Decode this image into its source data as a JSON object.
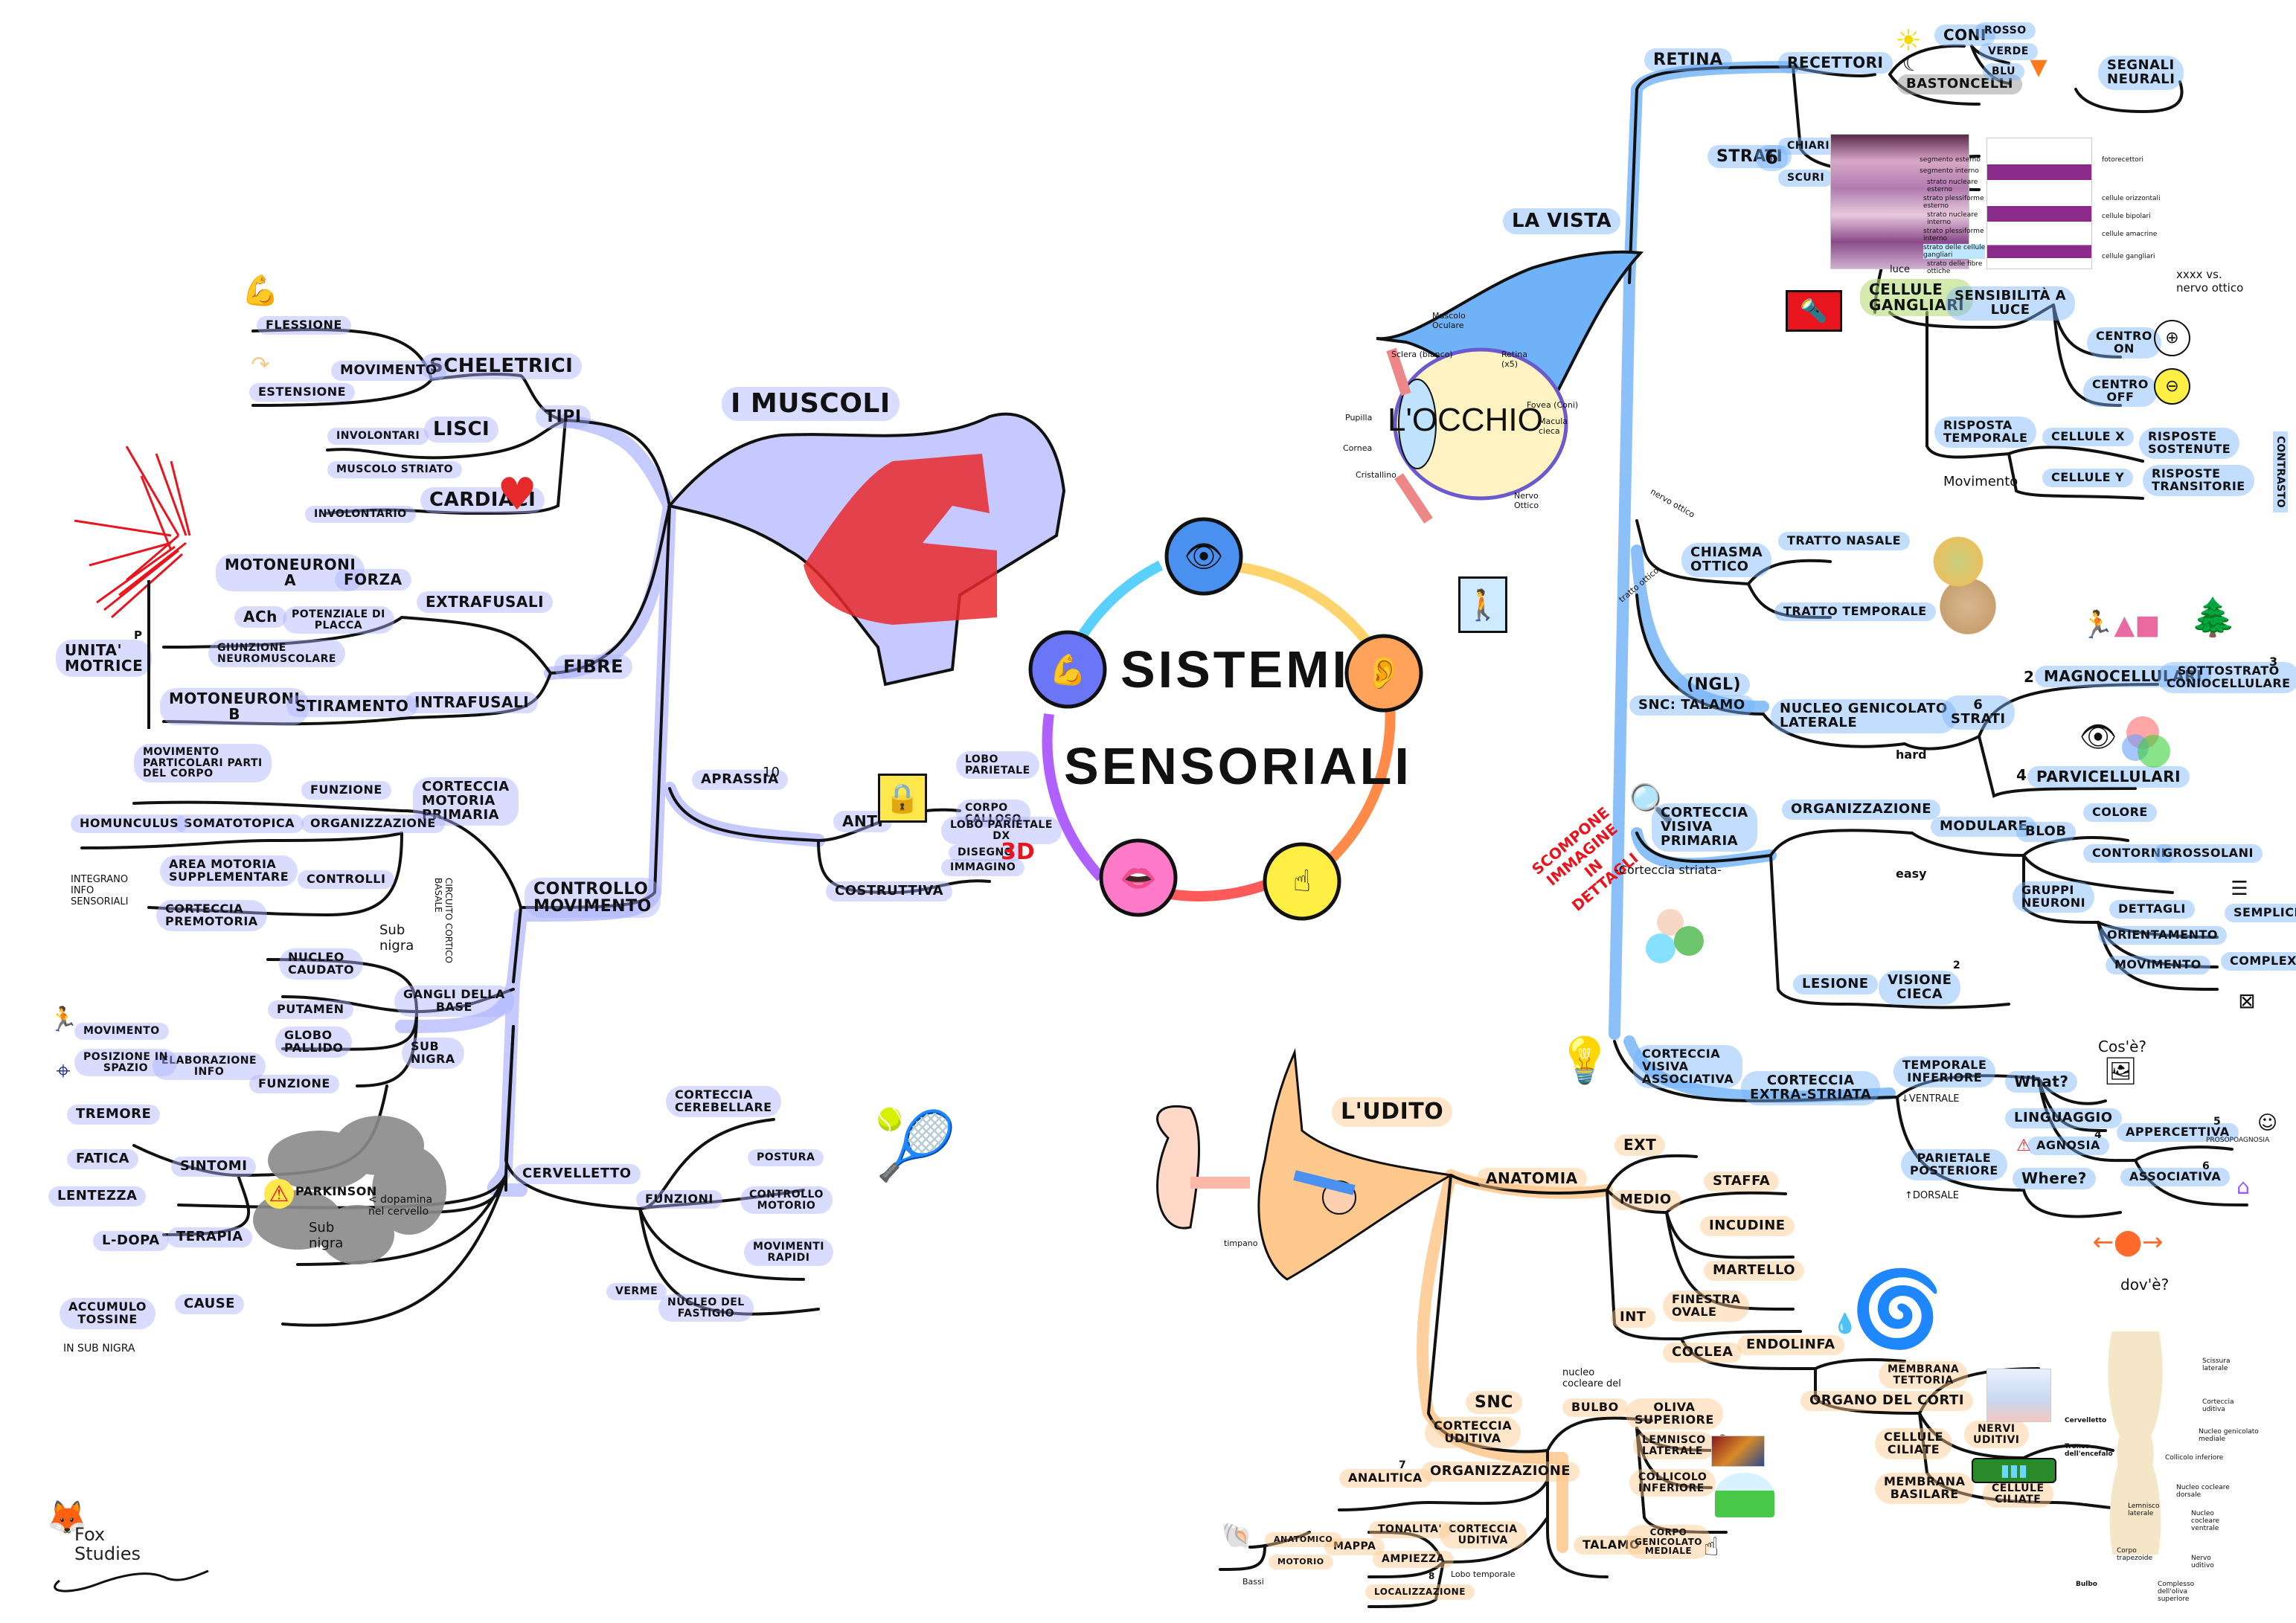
{
  "title": {
    "line1": "SISTEMI",
    "line2": "SENSORIALI"
  },
  "logo": {
    "text": "Fox\nStudies"
  },
  "hub_icons": [
    "eye-icon",
    "ear-icon",
    "touch-icon",
    "lips-icon",
    "muscle-icon"
  ],
  "muscles": {
    "title": "I MUSCOLI",
    "tipi": "TIPI",
    "scheletrici": "SCHELETRICI",
    "movimento": "MOVIMENTO",
    "flessione": "FLESSIONE",
    "estensione": "ESTENSIONE",
    "lisci": "LISCI",
    "involontari": "INVOLONTARI",
    "cardiaci": "CARDIACI",
    "muscolo_striato": "MUSCOLO STRIATO",
    "involontario": "INVOLONTARIO",
    "fibre": "FIBRE",
    "extrafusali": "EXTRAFUSALI",
    "intrafusali": "INTRAFUSALI",
    "motoneuroni_a": "MOTONEURONI\nα",
    "forza": "FORZA",
    "ach": "ACh",
    "potenziale": "POTENZIALE di\nPLACCA",
    "giunzione": "GIUNZIONE\nNEUROMUSCOLARE",
    "unita_motrice": "UNITA'\nMOTRICE",
    "unita_sup": "P",
    "motoneuroni_b": "MOTONEURONI\nβ",
    "stiramento": "STIRAMENTO",
    "controllo_movimento": "CONTROLLO\nMOVIMENTO",
    "corteccia_motoria": "CORTECCIA\nMOTORIA\nPRIMARIA",
    "funzione": "FUNZIONE",
    "movimento_parti": "MOVIMENTO\nPARTICOLARI PARTI\nDEL CORPO",
    "organizzazione": "ORGANIZZAZIONE",
    "somatotopica": "SOMATOTOPICA",
    "homunculus": "HOMUNCULUS",
    "controlli": "CONTROLLI",
    "area_motoria": "AREA MOTORIA\nSUPPLEMENTARE",
    "corteccia_premotoria": "CORTECCIA\nPREMOTORIA",
    "integrano": "INTEGRANO\nINFO\nSENSORIALI",
    "aprassia": "APRASSIA",
    "aprassia_sup": "10",
    "anti": "ANTI",
    "lobo_parietale": "LOBO\nPARIETALE",
    "corpo_calloso": "CORPO\nCALLOSO",
    "costruttiva": "COSTRUTTIVA",
    "lobo_parietale_dx": "LOBO PARIETALE\ndx",
    "disegno": "DISEGNO",
    "immagino": "IMMAGINO",
    "label_3d": "3D",
    "sub_nigra_note": "Sub\nnigra",
    "circuito": "CIRCUITO CORTICO\nBASALE",
    "gangli": "GANGLI della\nBASE",
    "nucleo_caudato": "NUCLEO\nCAUDATO",
    "putamen": "PUTAMEN",
    "globo_pallido": "GLOBO\nPALLIDO",
    "sub_nigra": "SUB\nNIGRA",
    "funzione2": "FUNZIONE",
    "elaborazione": "ELABORAZIONE\nINFO",
    "movimento2": "MOVIMENTO",
    "posizione": "POSIZIONE in\nSPAZIO",
    "parkinson": "PARKINSON",
    "dopamina": "< dopamina\nnel cervello",
    "sub_nigra2": "Sub\nnigra",
    "sintomi": "SINTOMI",
    "tremore": "TREMORE",
    "fatica": "FATICA",
    "lentezza": "LENTEZZA",
    "terapia": "TERAPIA",
    "l_dopa": "L-DOPA",
    "cause": "CAUSE",
    "accumulo": "ACCUMULO\nTOSSINE",
    "in_sub_nigra": "In SUB NIGRA",
    "cervelletto": "CERVELLETTO",
    "corteccia_cerebellare": "CORTECCIA\nCEREBELLARE",
    "funzioni": "FUNZIONI",
    "postura": "POSTURA",
    "controllo_motorio": "CONTROLLO\nMOTORIO",
    "movimenti_rapidi": "MOVIMENTI\nRAPIDI",
    "verme": "VERME",
    "nucleo_fastigio": "NUCLEO del\nFASTIGIO"
  },
  "vision": {
    "title": "LA VISTA",
    "occhio": "L'OCCHIO",
    "eye_labels": [
      "Muscolo\nOculare",
      "Sclera (bianco)",
      "Retina\n(x5)",
      "Fovea (Coni)",
      "Macula\ncieca",
      "Pupilla",
      "Cornea",
      "Cristallino",
      "Nervo\nOttico"
    ],
    "retina": "RETINA",
    "recettori": "RECETTORI",
    "coni": "CONI",
    "bastoncelli": "BASTONCELLI",
    "rosso": "ROSSO",
    "verde": "VERDE",
    "blu": "BLU",
    "segnali": "SEGNALI\nNEURALI",
    "strati": "STRATI",
    "strati_n": "6",
    "chiari": "CHIARI",
    "scuri": "SCURI",
    "retina_layers": [
      "segmento esterno",
      "segmento interno",
      "strato nucleare\nesterno",
      "strato plessiforme\nesterno",
      "strato nucleare\ninterno",
      "strato plessiforme\ninterno",
      "strato delle cellule\ngangliari",
      "strato delle fibre\nottiche"
    ],
    "retina_cells": [
      "fotorecettori",
      "cellule orizzontali",
      "cellule bipolari",
      "cellule amacrine",
      "cellule gangliari"
    ],
    "luce": "luce",
    "nervo_note": "xxxx vs.\nnervo ottico",
    "cellule_gangliari": "CELLULE\nGANGLIARI",
    "sensibilita": "SENSIBILITÀ a\nLUCE",
    "centro_on": "CENTRO\nON",
    "centro_off": "CENTRO\nOFF",
    "risposta_temporale": "RISPOSTA\nTEMPORALE",
    "movimento": "Movimento",
    "cellule_x": "CELLULE X",
    "cellule_y": "CELLULE Y",
    "risposte_sostenute": "RISPOSTE\nSOSTENUTE",
    "risposte_transitorie": "RISPOSTE\nTRANSITORIE",
    "contrasto": "CONTRASTO",
    "nervo_ottico": "nervo ottico",
    "tratto_ottico": "tratto ottico",
    "chiasma": "CHIASMA\nOTTICO",
    "tratto_nasale": "TRATTO NASALE",
    "tratto_temporale": "TRATTO TEMPORALE",
    "snc_talamo": "SNC: TALAMO",
    "ngl": "(NGL)",
    "nucleo_genicolato": "NUCLEO GENICOLATO\nLATERALE",
    "strati6": "6\nSTRATI",
    "magnocellulari": "MAGNOCELLULARI",
    "magno_n": "2",
    "sottostrato": "SOTTOSTRATO\nCONIOCELLULARE",
    "sottostrato_sup": "3",
    "parvicellulari": "PARVICELLULARI",
    "parvi_n": "4",
    "scompone": "SCOMPONE\nIMMAGINE\nIN\nDETTAGLI",
    "corteccia_visiva_primaria": "CORTECCIA\nVISIVA\nPRIMARIA",
    "corteccia_striata": "-Corteccia striata-",
    "organizzazione": "ORGANIZZAZIONE",
    "hard": "hard",
    "easy": "easy",
    "modulare": "MODULARE",
    "blob": "BLOB",
    "colore": "COLORE",
    "contorni": "CONTORNI",
    "grossolani": "GROSSOLANI",
    "gruppi_neuroni": "GRUPPI\nNEURONI",
    "dettagli": "DETTAGLI",
    "orientamento": "ORIENTAMENTO",
    "movimento2": "MOVIMENTO",
    "semplici": "SEMPLICI",
    "complex": "COMPLEX",
    "lesione": "LESIONE",
    "visione_cieca": "VISIONE\nCIECA",
    "visione_sup": "2",
    "corteccia_associativa": "CORTECCIA\nVISIVA\nASSOCIATIVA",
    "extra_striata": "CORTECCIA\nEXTRA-STRIATA",
    "temporale_inferiore": "TEMPORALE\nINFERIORE",
    "ventrale": "↓VENTRALE",
    "parietale_posteriore": "PARIETALE\nPOSTERIORE",
    "dorsale": "↑DORSALE",
    "what": "What?",
    "where": "Where?",
    "linguaggio": "LINGUAGGIO",
    "agnosia": "AGNOSIA",
    "agnosia_sup": "4",
    "appercettiva": "APPERCETTIVA",
    "appercettiva_sup": "5",
    "prosopoagnosia": "PROSOPOAGNOSIA",
    "associativa": "ASSOCIATIVA",
    "associativa_sup": "6",
    "cos_e": "Cos'è?",
    "dove_e": "dov'è?"
  },
  "hearing": {
    "title": "L'UDITO",
    "timpano": "timpano",
    "anatomia": "ANATOMIA",
    "ext": "EXT",
    "medio": "MEDIO",
    "staffa": "STAFFA",
    "incudine": "INCUDINE",
    "martello": "MARTELLO",
    "int": "INT",
    "finestra_ovale": "FINESTRA\nOVALE",
    "coclea": "COCLEA",
    "endolinfa": "ENDOLINFA",
    "organo_corti": "ORGANO del CORTI",
    "membrana_tettoria": "MEMBRANA\nTETTORIA",
    "cellule_ciliate": "CELLULE\nCILIATE",
    "nervi_uditivi": "NERVI\nUDITIVI",
    "membrana_basilare": "MEMBRANA\nBASILARE",
    "cellule_ciliate2": "CELLULE\nCILIATE",
    "snc": "SNC",
    "corteccia_uditiva": "CORTECCIA\nUDITIVA",
    "nucleo_cocleare": "nucleo\ncocleare del",
    "bulbo": "BULBO",
    "oliva_superiore": "OLIVA\nSUPERIORE",
    "lemnisco": "LEMNISCO\nLATERALE",
    "collicolo": "COLLICOLO\nINFERIORE",
    "organizzazione": "ORGANIZZAZIONE",
    "analitica": "ANALITICA",
    "analitica_sup": "7",
    "talamo": "TALAMO",
    "corpo_genicolato": "CORPO\nGENICOLATO\nMEDIALE",
    "corteccia_uditiva2": "CORTECCIA\nUDITIVA",
    "lobo_temporale": "Lobo temporale",
    "tonalita": "TONALITA'",
    "ampiezza": "AMPIEZZA",
    "localizzazione": "LOCALIZZAZIONE",
    "localizzazione_sup": "8",
    "mappa": "MAPPA",
    "anatomico": "ANATOMICO",
    "motorio": "MOTORIO",
    "bassi": "Bassi",
    "pathway_labels": [
      "Scissura\nlaterale",
      "Corteccia\nuditiva",
      "Nucleo genicolato\nmediale",
      "Collicolo inferiore",
      "Nucleo cocleare\ndorsale",
      "Nucleo\ncocleare\nventrale",
      "Nervo\nuditivo",
      "Complesso\ndell'oliva\nsuperiore",
      "Lemnisco\nlaterale",
      "Corpo\ntrapezoide",
      "Cervelletto",
      "Tronco\ndell'encefalo",
      "Bulbo"
    ]
  },
  "colors": {
    "muscle": "#aab2ff",
    "vision": "#78b4fa",
    "hearing": "#ffc88c",
    "line": "#111111"
  }
}
